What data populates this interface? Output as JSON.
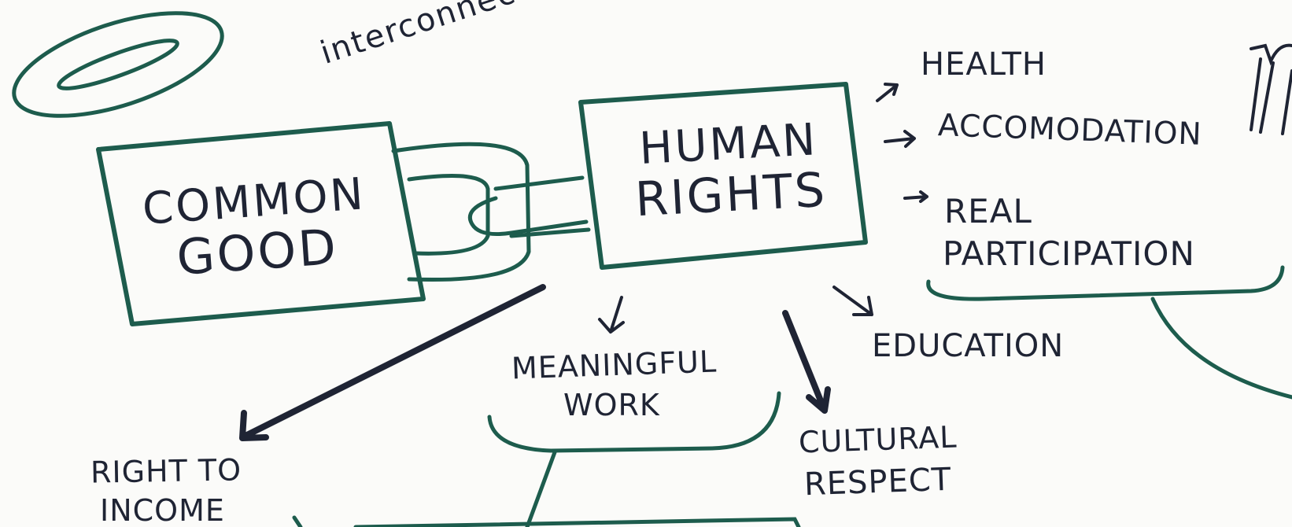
{
  "nodes": {
    "common_good": {
      "line1": "COMMON",
      "line2": "GOOD"
    },
    "human_rights": {
      "line1": "HUMAN",
      "line2": "RIGHTS"
    }
  },
  "link_label": "interconnected",
  "rights": {
    "health": "HEALTH",
    "accommodation": "ACCOMODATION",
    "real_participation_1": "REAL",
    "real_participation_2": "PARTICIPATION",
    "education": "EDUCATION",
    "meaningful_work_1": "MEANINGFUL",
    "meaningful_work_2": "WORK",
    "cultural_respect_1": "CULTURAL",
    "cultural_respect_2": "RESPECT",
    "right_to_income_1": "RIGHT TO",
    "right_to_income_2": "INCOME"
  },
  "colors": {
    "ink_green": "#1d5c4d",
    "ink_dark": "#1f2434"
  }
}
